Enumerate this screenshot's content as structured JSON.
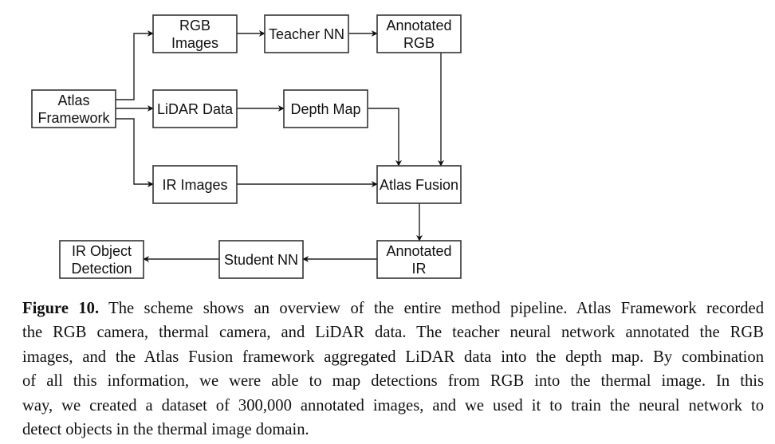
{
  "figure": {
    "nodes": [
      {
        "id": "atlas_framework",
        "lines": [
          "Atlas",
          "Framework"
        ]
      },
      {
        "id": "rgb_images",
        "lines": [
          "RGB",
          "Images"
        ]
      },
      {
        "id": "lidar_data",
        "lines": [
          "LiDAR Data"
        ]
      },
      {
        "id": "ir_images",
        "lines": [
          "IR Images"
        ]
      },
      {
        "id": "teacher_nn",
        "lines": [
          "Teacher NN"
        ]
      },
      {
        "id": "annotated_rgb",
        "lines": [
          "Annotated",
          "RGB"
        ]
      },
      {
        "id": "depth_map",
        "lines": [
          "Depth Map"
        ]
      },
      {
        "id": "atlas_fusion",
        "lines": [
          "Atlas Fusion"
        ]
      },
      {
        "id": "annotated_ir",
        "lines": [
          "Annotated",
          "IR"
        ]
      },
      {
        "id": "student_nn",
        "lines": [
          "Student NN"
        ]
      },
      {
        "id": "ir_object_detection",
        "lines": [
          "IR Object",
          "Detection"
        ]
      }
    ],
    "edges": [
      {
        "from": "atlas_framework",
        "to": "rgb_images"
      },
      {
        "from": "atlas_framework",
        "to": "lidar_data"
      },
      {
        "from": "atlas_framework",
        "to": "ir_images"
      },
      {
        "from": "rgb_images",
        "to": "teacher_nn"
      },
      {
        "from": "teacher_nn",
        "to": "annotated_rgb"
      },
      {
        "from": "lidar_data",
        "to": "depth_map"
      },
      {
        "from": "depth_map",
        "to": "atlas_fusion"
      },
      {
        "from": "annotated_rgb",
        "to": "atlas_fusion"
      },
      {
        "from": "ir_images",
        "to": "atlas_fusion"
      },
      {
        "from": "atlas_fusion",
        "to": "annotated_ir"
      },
      {
        "from": "annotated_ir",
        "to": "student_nn"
      },
      {
        "from": "student_nn",
        "to": "ir_object_detection"
      }
    ]
  },
  "caption": {
    "label": "Figure 10.",
    "lines": [
      " The scheme shows an overview of the entire method pipeline. Atlas Framework recorded",
      "the RGB camera, thermal camera, and LiDAR data. The teacher neural network annotated the RGB",
      "images, and the Atlas Fusion framework aggregated LiDAR data into the depth map. By combination",
      "of all this information, we were able to map detections from RGB into the thermal image. In this",
      "way, we created a dataset of 300,000 annotated images, and we used it to train the neural network to",
      "detect objects in the thermal image domain."
    ]
  }
}
